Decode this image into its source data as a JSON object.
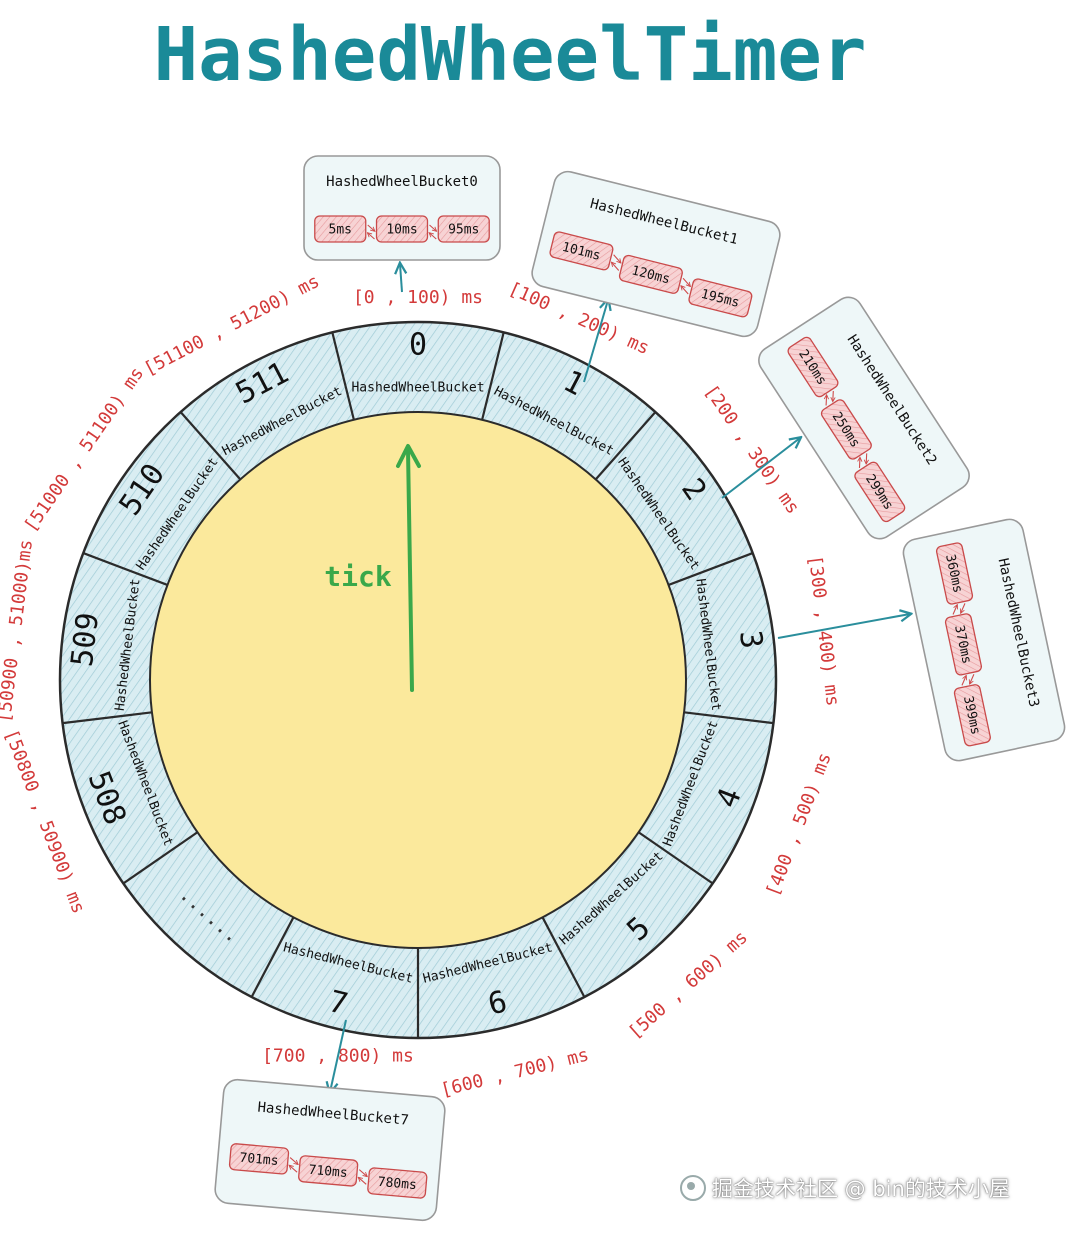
{
  "title": "HashedWheelTimer",
  "wheel": {
    "slot_word": "HashedWheelBucket",
    "pointer_label": "tick",
    "slots": [
      {
        "index": "0",
        "range": "[0 , 100) ms"
      },
      {
        "index": "1",
        "range": "[100 , 200) ms"
      },
      {
        "index": "2",
        "range": "[200 , 300) ms"
      },
      {
        "index": "3",
        "range": "[300 , 400) ms"
      },
      {
        "index": "4",
        "range": "[400 , 500) ms"
      },
      {
        "index": "5",
        "range": "[500 , 600) ms"
      },
      {
        "index": "6",
        "range": "[600 , 700) ms"
      },
      {
        "index": "7",
        "range": "[700 , 800) ms"
      },
      {
        "index": "......",
        "range": ""
      },
      {
        "index": "508",
        "range": "[50800 , 50900) ms"
      },
      {
        "index": "509",
        "range": "[50900 , 51000)ms"
      },
      {
        "index": "510",
        "range": "[51000 , 51100) ms"
      },
      {
        "index": "511",
        "range": "[51100 , 51200) ms"
      }
    ]
  },
  "buckets": [
    {
      "name": "HashedWheelBucket0",
      "tasks": [
        "5ms",
        "10ms",
        "95ms"
      ]
    },
    {
      "name": "HashedWheelBucket1",
      "tasks": [
        "101ms",
        "120ms",
        "195ms"
      ]
    },
    {
      "name": "HashedWheelBucket2",
      "tasks": [
        "210ms",
        "250ms",
        "299ms"
      ]
    },
    {
      "name": "HashedWheelBucket3",
      "tasks": [
        "360ms",
        "370ms",
        "399ms"
      ]
    },
    {
      "name": "HashedWheelBucket7",
      "tasks": [
        "701ms",
        "710ms",
        "780ms"
      ]
    }
  ],
  "watermark": "掘金技术社区 @ bin的技术小屋",
  "colors": {
    "title": "#1a8a98",
    "ring_fill": "#d6ecf1",
    "ring_stroke": "#2b2b2b",
    "inner_fill": "#fbe99c",
    "pointer": "#3aa84a",
    "range_text": "#d33a3a",
    "arrow": "#2a8e9c",
    "task_fill": "#f5c6c8",
    "task_stroke": "#c94a4a",
    "card_fill": "#eef7f8",
    "card_stroke": "#999999"
  }
}
